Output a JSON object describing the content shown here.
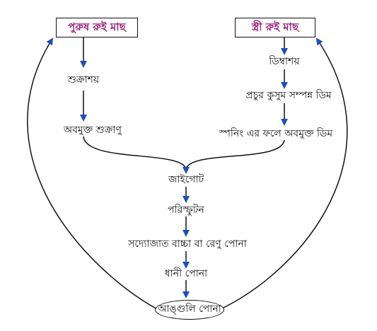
{
  "diagram": {
    "male_fish": "পুরুষ রুই মাছ",
    "female_fish": "স্ত্রী রুই মাছ",
    "male_chain": [
      "শুক্রাশয়",
      "অবমুক্ত শুক্রাণু"
    ],
    "female_chain": [
      "ডিম্বাশয়",
      "প্রচুর কুসুম সম্পন্ন ডিম",
      "স্পনিং এর ফলে অবমুক্ত ডিম"
    ],
    "central_chain": [
      "জাইগোট",
      "পরিস্ফুটন",
      "সদ্যোজাত বাচ্চা বা রেণু পোনা",
      "ধানী পোনা"
    ],
    "fingerling": "আঙ্গুলি পোনা"
  },
  "colors": {
    "box_text": "#9b1f7a",
    "text": "#111111",
    "arrow": "#1f4fb8",
    "line": "#111111"
  }
}
